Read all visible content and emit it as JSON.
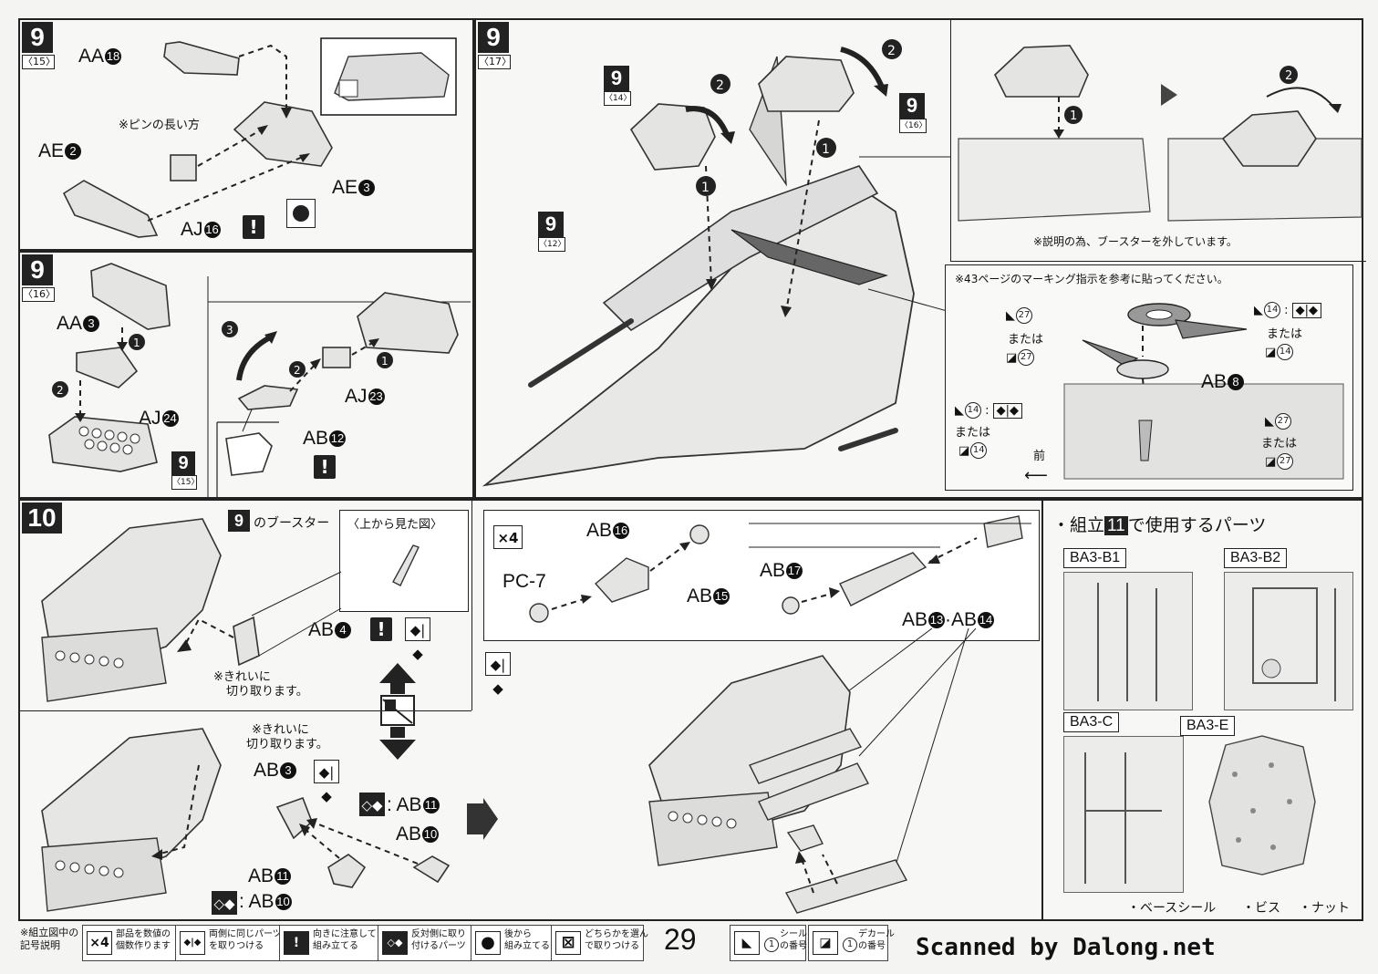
{
  "page_number": "29",
  "scan_credit": "Scanned by Dalong.net",
  "panels": {
    "p9_15": {
      "step": "9",
      "sub": "〈15〉",
      "labels": {
        "aa": "AA",
        "aa_n": "18",
        "ae2": "AE",
        "ae2_n": "2",
        "ae3": "AE",
        "ae3_n": "3",
        "aj": "AJ",
        "aj_n": "16"
      },
      "note_pin": "※ピンの長い方"
    },
    "p9_16": {
      "step": "9",
      "sub": "〈16〉",
      "labels": {
        "aa": "AA",
        "aa_n": "3",
        "aj24": "AJ",
        "aj24_n": "24",
        "aj23": "AJ",
        "aj23_n": "23",
        "ab12": "AB",
        "ab12_n": "12"
      },
      "ref_step": "9",
      "ref_sub": "〈15〉",
      "arrow_nums": [
        "1",
        "2",
        "3"
      ]
    },
    "p9_17": {
      "step": "9",
      "sub": "〈17〉",
      "ref_a": {
        "step": "9",
        "sub": "〈14〉"
      },
      "ref_b": {
        "step": "9",
        "sub": "〈16〉"
      },
      "ref_c": {
        "step": "9",
        "sub": "〈12〉"
      },
      "arrow_nums": [
        "1",
        "2"
      ],
      "detail_note": "※説明の為、ブースターを外しています。",
      "marking_note": "※43ページのマーキング指示を参考に貼ってください。",
      "ab8": "AB",
      "ab8_n": "8",
      "or_text": "または",
      "sticker_a": "27",
      "sticker_b": "14",
      "front": "前"
    },
    "p10": {
      "step": "10",
      "booster_ref": "9",
      "booster_text": "のブースター",
      "top_view": "〈上から見た図〉",
      "ab4": "AB",
      "ab4_n": "4",
      "clean_cut": "※きれいに",
      "clean_cut2": "切り取ります。",
      "clean_cut_b": "※きれいに",
      "clean_cut_b2": "切り取ります。",
      "ab3": "AB",
      "ab3_n": "3",
      "ab11": "AB",
      "ab11_n": "11",
      "ab10": "AB",
      "ab10_n": "10",
      "ab11b": "AB",
      "ab11b_n": "11",
      "ab10b": "AB",
      "ab10b_n": "10",
      "x4": "×4",
      "ab16": "AB",
      "ab16_n": "16",
      "pc7": "PC-7",
      "ab15": "AB",
      "ab15_n": "15",
      "ab17": "AB",
      "ab17_n": "17",
      "ab13_14": "AB",
      "ab13_n": "13",
      "ab14_join": "·AB",
      "ab14_n": "14"
    },
    "parts11": {
      "title_pre": "・組立",
      "title_num": "11",
      "title_post": "で使用するパーツ",
      "runners": [
        "BA3-B1",
        "BA3-B2",
        "BA3-C",
        "BA3-E"
      ],
      "footer": [
        "・ベースシール",
        "・ビス",
        "・ナット"
      ]
    }
  },
  "legend": {
    "title": [
      "※組立図中の",
      "記号説明"
    ],
    "items": [
      {
        "icon": "×4",
        "text": [
          "部品を数値の",
          "個数作ります"
        ]
      },
      {
        "icon": "◆|◆",
        "text": [
          "両側に同じパーツ",
          "を取りつける"
        ]
      },
      {
        "icon": "!",
        "text": [
          "向きに注意して",
          "組み立てる"
        ]
      },
      {
        "icon": "◇◆",
        "text": [
          "反対側に取り",
          "付けるパーツ"
        ]
      },
      {
        "icon": "●",
        "text": [
          "後から",
          "組み立てる"
        ]
      },
      {
        "icon": "⊠",
        "text": [
          "どちらかを選ん",
          "で取りつける"
        ]
      }
    ],
    "seal": [
      "シール",
      "の番号"
    ],
    "decal": [
      "デカール",
      "の番号"
    ],
    "seal_num": "1",
    "decal_num": "1"
  }
}
